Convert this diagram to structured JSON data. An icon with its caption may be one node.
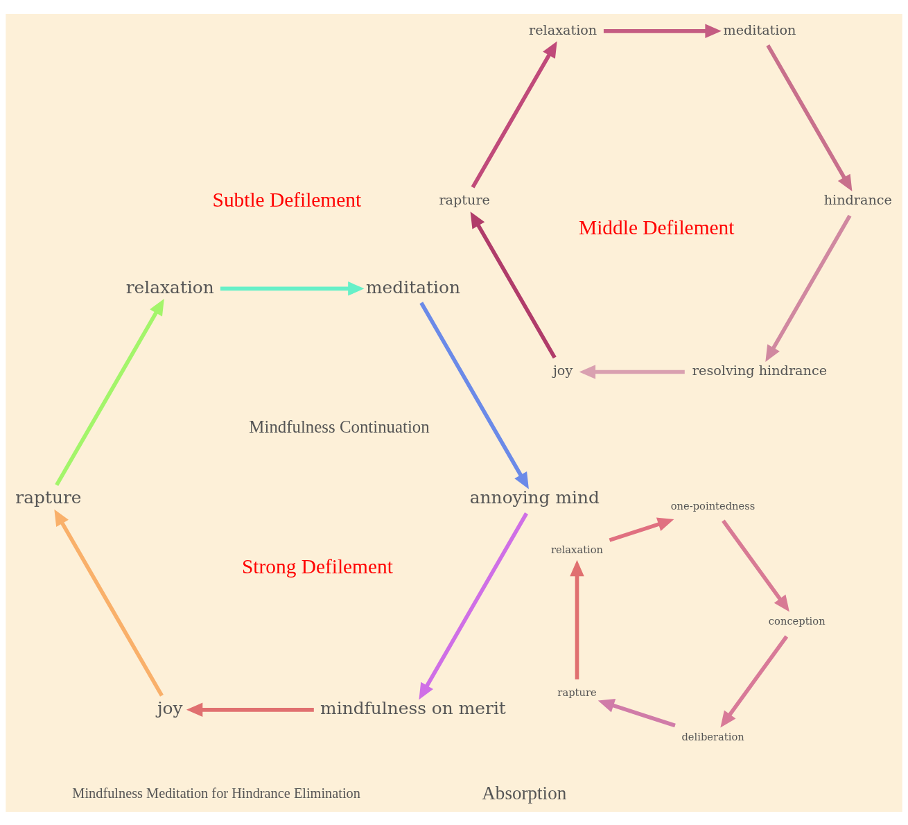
{
  "diagram": {
    "nodes": [
      {
        "text": [
          "mindfulness on merit"
        ]
      },
      {
        "text": [
          "joy"
        ]
      },
      {
        "text": [
          "rapture"
        ]
      },
      {
        "text": [
          "relaxation"
        ]
      },
      {
        "text": [
          "meditation"
        ]
      },
      {
        "text": [
          "annoying mind"
        ]
      },
      {
        "text": [
          "resolving hindrance"
        ]
      },
      {
        "text": [
          "joy"
        ]
      },
      {
        "text": [
          "rapture"
        ]
      },
      {
        "text": [
          "relaxation"
        ]
      },
      {
        "text": [
          "meditation"
        ]
      },
      {
        "text": [
          "hindrance"
        ]
      },
      {
        "text": [
          "deliberation"
        ]
      },
      {
        "text": [
          "rapture"
        ]
      },
      {
        "text": [
          "relaxation"
        ]
      },
      {
        "text": [
          "one-pointedness"
        ]
      },
      {
        "text": [
          "conception"
        ]
      }
    ],
    "edges": [
      {
        "from": 0,
        "to": 1,
        "arrow": "to",
        "color": "#e07070"
      },
      {
        "from": 1,
        "to": 2,
        "arrow": "to",
        "color": "#f9b06a"
      },
      {
        "from": 2,
        "to": 3,
        "arrow": "to",
        "color": "#a3f56a"
      },
      {
        "from": 3,
        "to": 4,
        "arrow": "to",
        "color": "#66f0c8"
      },
      {
        "from": 4,
        "to": 5,
        "arrow": "to",
        "color": "#6b8ae8"
      },
      {
        "from": 5,
        "to": 0,
        "arrow": "to",
        "color": "#cf6fe6"
      },
      {
        "from": 6,
        "to": 7,
        "arrow": "to",
        "color": "#d9a0b0"
      },
      {
        "from": 7,
        "to": 8,
        "arrow": "to",
        "color": "#b03c6a"
      },
      {
        "from": 8,
        "to": 9,
        "arrow": "to",
        "color": "#c04a7a"
      },
      {
        "from": 9,
        "to": 10,
        "arrow": "to",
        "color": "#c45c82"
      },
      {
        "from": 10,
        "to": 11,
        "arrow": "to",
        "color": "#c8708c"
      },
      {
        "from": 11,
        "to": 6,
        "arrow": "to",
        "color": "#d088a0"
      },
      {
        "from": 12,
        "to": 13,
        "arrow": "to",
        "color": "#d07ca8"
      },
      {
        "from": 13,
        "to": 14,
        "arrow": "to",
        "color": "#e07070"
      },
      {
        "from": 14,
        "to": 15,
        "arrow": "to",
        "color": "#e07080"
      },
      {
        "from": 15,
        "to": 16,
        "arrow": "to",
        "color": "#d87a94"
      },
      {
        "from": 16,
        "to": 12,
        "arrow": "to",
        "color": "#d87a98"
      }
    ],
    "labels": [
      "Strong Defilement",
      "Middle Defilement",
      "Subtle Defilement",
      "Absorption",
      "Mindfulness Meditation for Hindrance Elimination",
      "Mindfulness Continuation"
    ]
  }
}
